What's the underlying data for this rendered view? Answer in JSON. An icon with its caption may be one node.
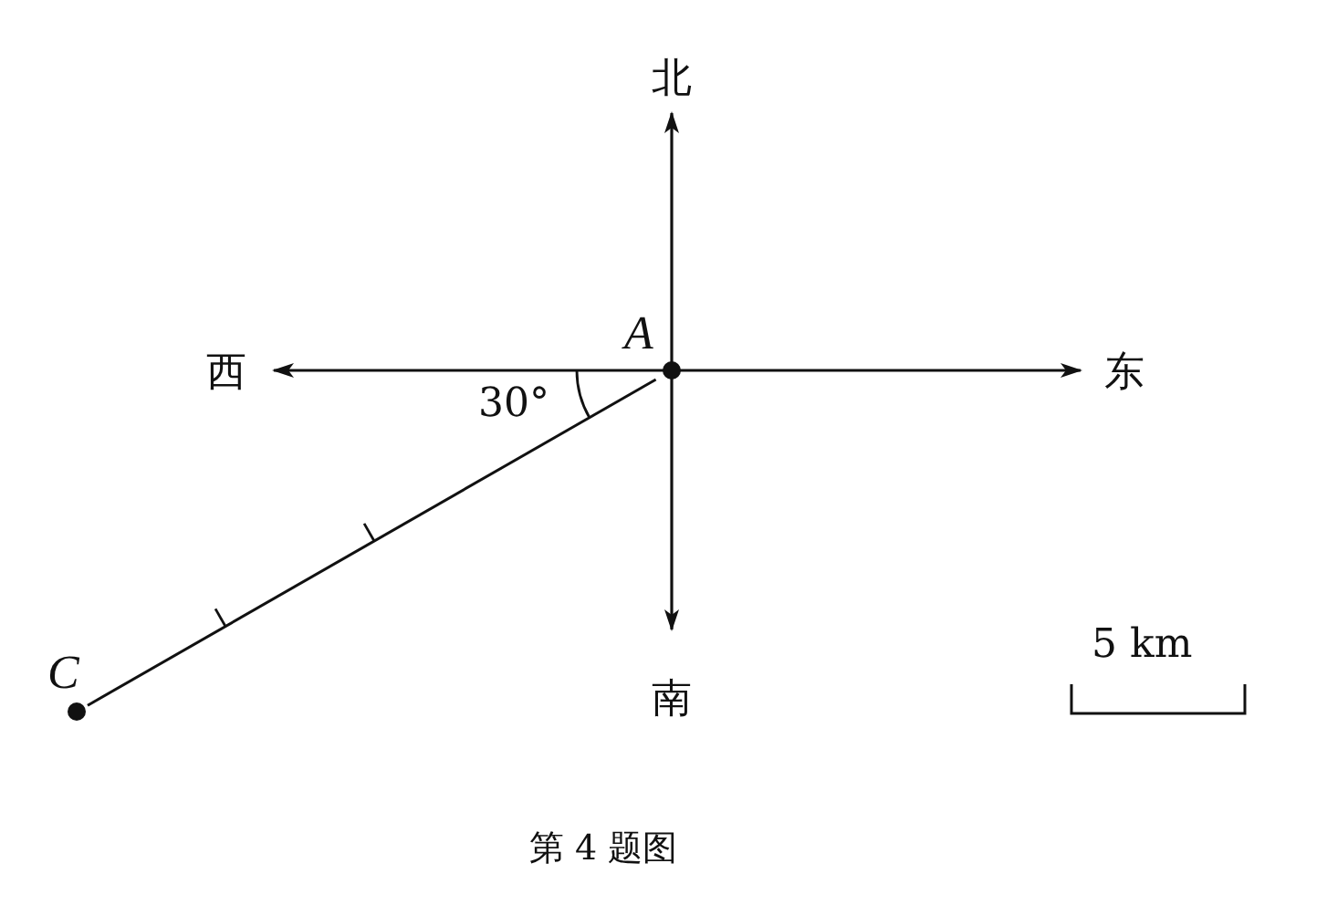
{
  "diagram": {
    "caption": "第 4 题图",
    "nodes": [
      {
        "text": [
          "A"
        ]
      },
      {
        "text": [
          "C"
        ]
      }
    ],
    "edges": [
      {
        "from": 0,
        "to": 1,
        "arrow": "none"
      }
    ],
    "labels": [
      "北",
      "西",
      "30°",
      "东",
      "5 km",
      "南"
    ]
  }
}
